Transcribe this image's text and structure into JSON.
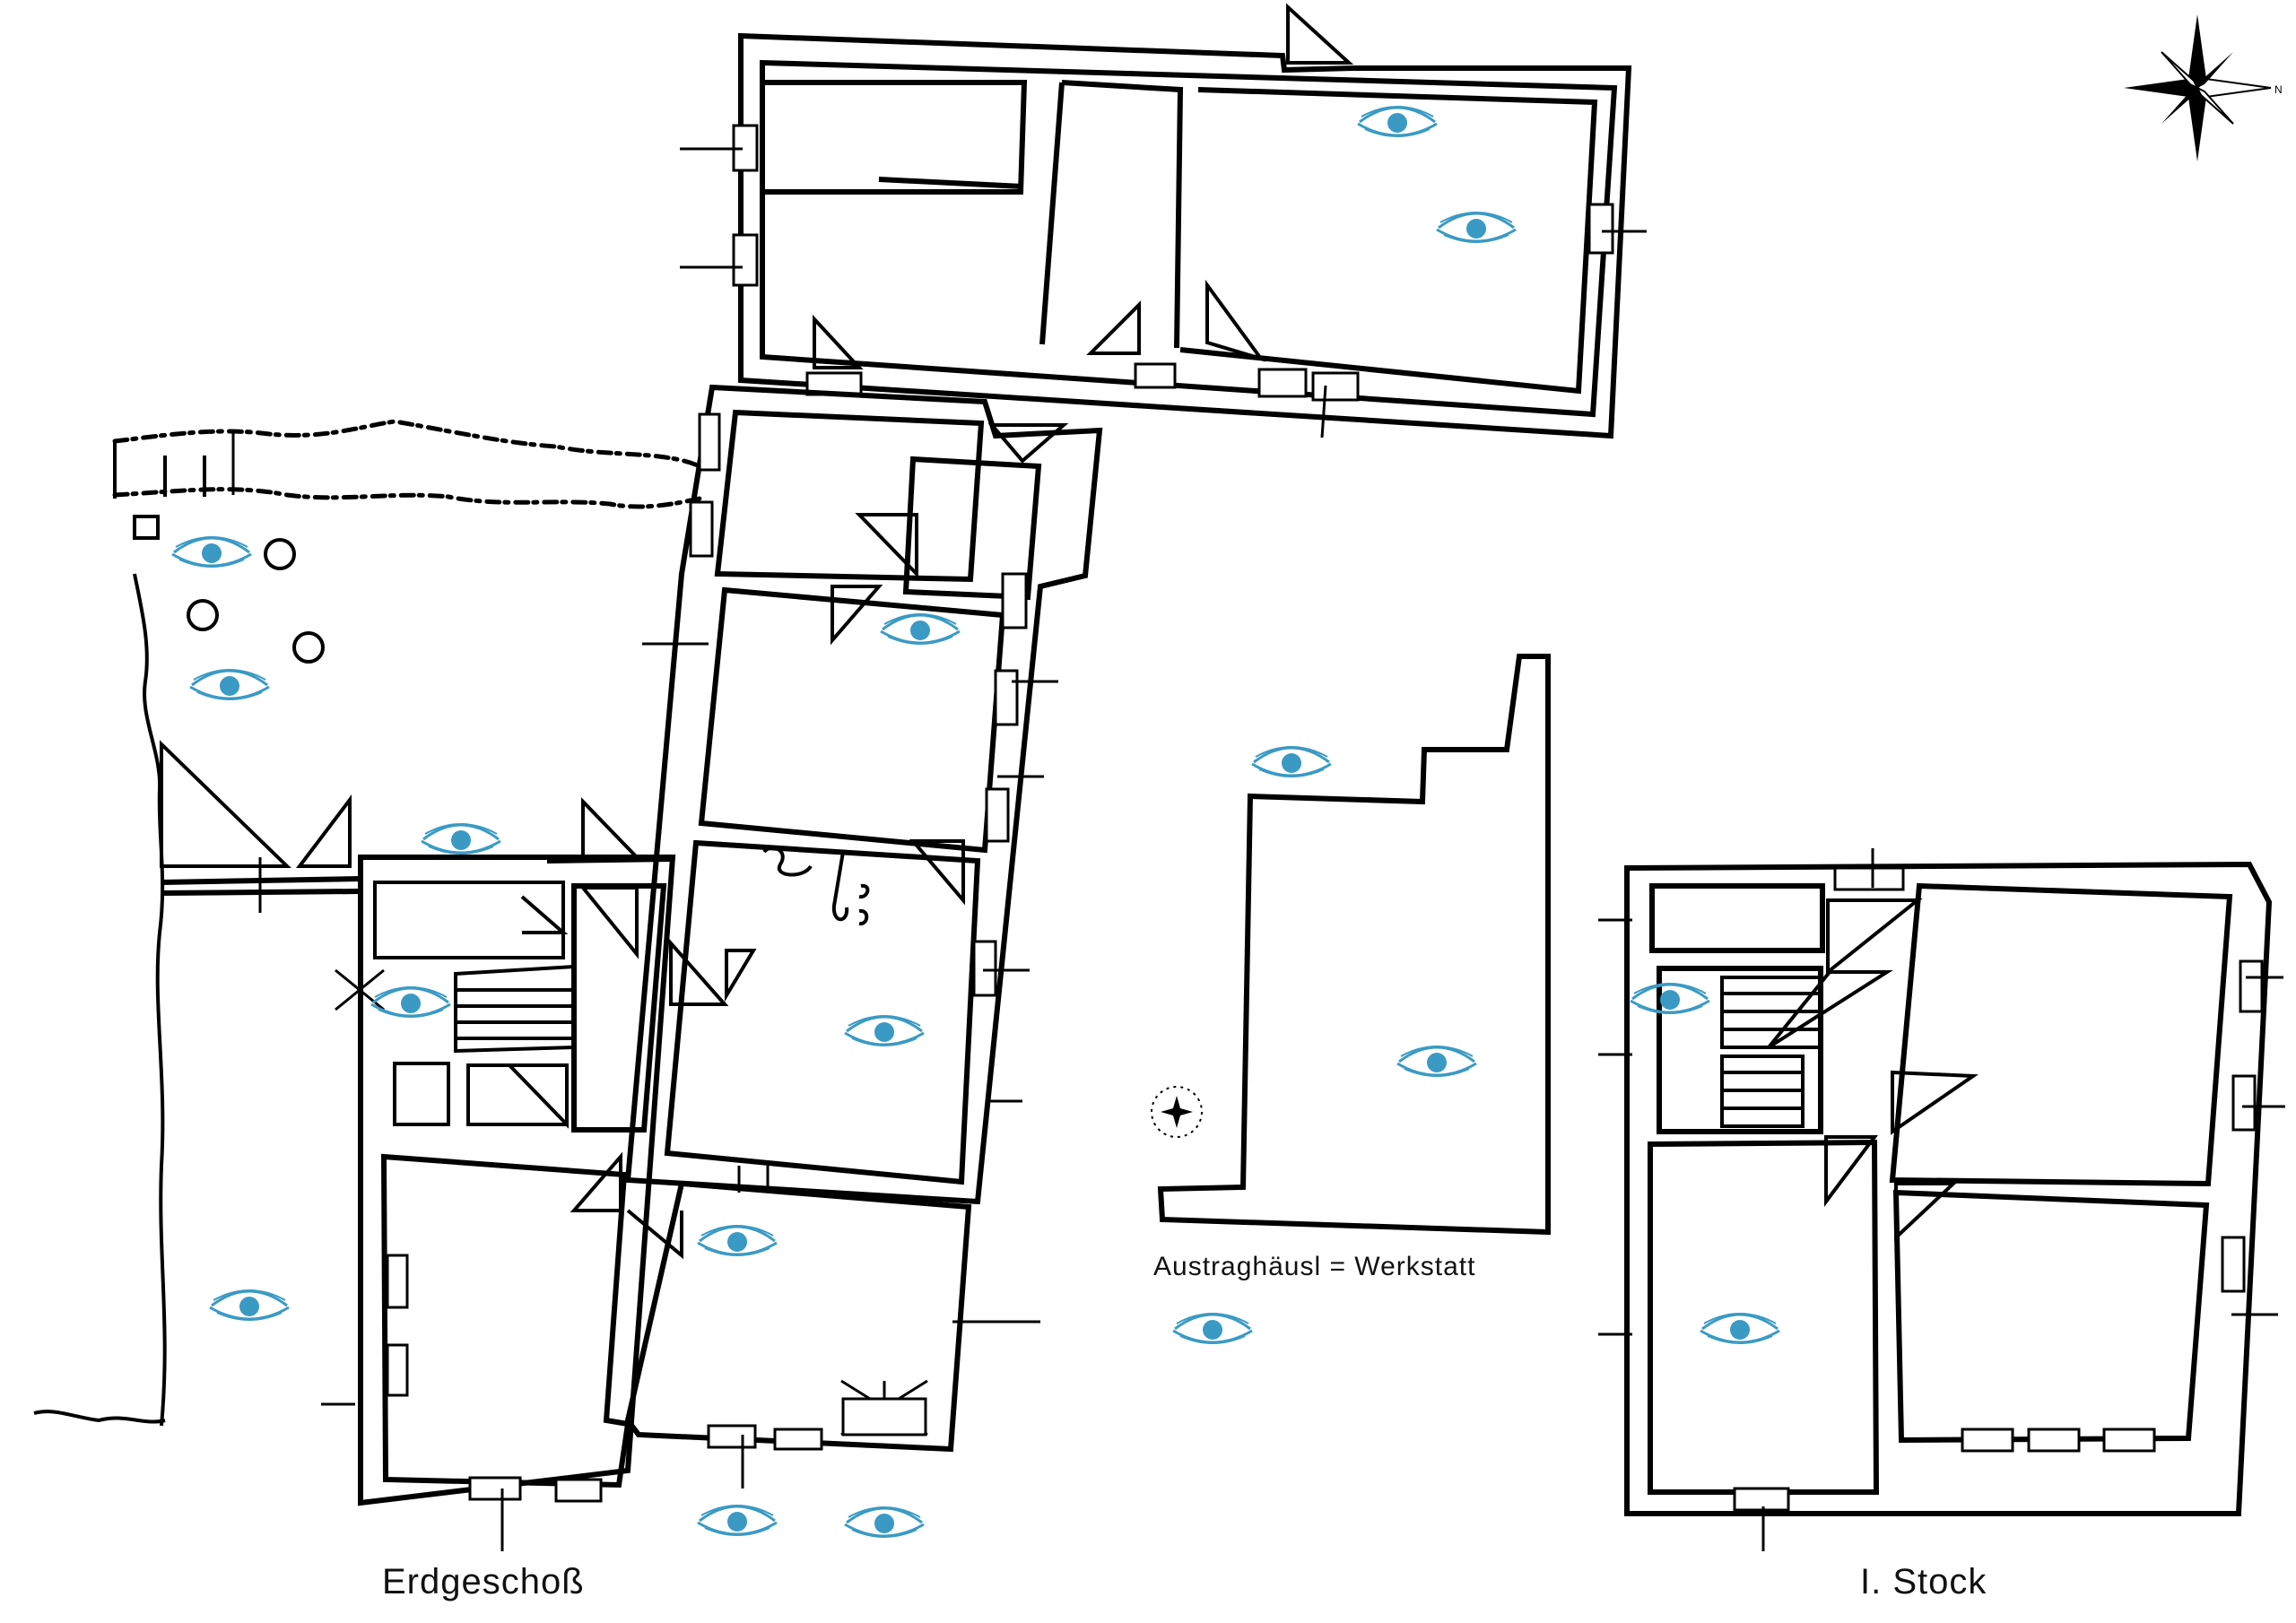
{
  "labels": {
    "ground_floor": "Erdgeschoß",
    "first_floor": "I. Stock",
    "annex": "Austraghäusl = Werkstatt",
    "compass_north": "N"
  },
  "colors": {
    "lines": "#000000",
    "background": "#ffffff",
    "viewpoint_marker": "#3a9ac4"
  },
  "icons": {
    "viewpoint": "eye-icon",
    "orientation": "compass-rose-icon"
  }
}
